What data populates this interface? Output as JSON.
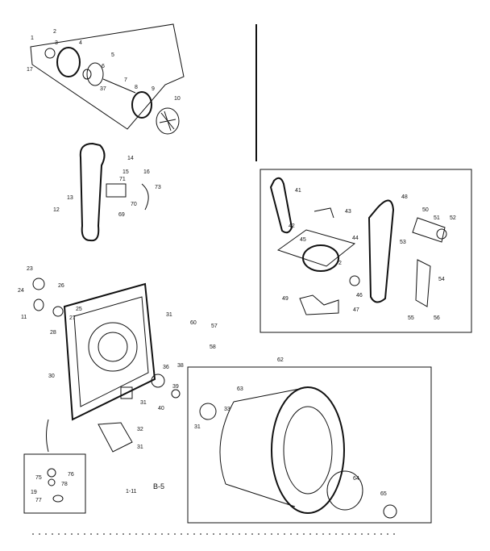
{
  "diagram": {
    "labels": {
      "l1": "1",
      "l2": "2",
      "l3": "3",
      "l4": "4",
      "l5": "5",
      "l6": "6",
      "l7": "7",
      "l8": "8",
      "l9": "9",
      "l10": "10",
      "l17": "17",
      "l37": "37",
      "l12": "12",
      "l13": "13",
      "l14": "14",
      "l15": "15",
      "l16": "16",
      "l69": "69",
      "l70": "70",
      "l71": "71",
      "l73": "73",
      "l41": "41",
      "l42": "42",
      "l43": "43",
      "l44": "44",
      "l45": "45",
      "l46": "46",
      "l47": "47",
      "l48": "48",
      "l49": "49",
      "l2b": "2",
      "l50": "50",
      "l51": "51",
      "l52": "52",
      "l53": "53",
      "l54": "54",
      "l55": "55",
      "l56": "56",
      "l23": "23",
      "l24": "24",
      "l26": "26",
      "l25": "25",
      "l27": "27",
      "l28": "28",
      "l11": "11",
      "l30": "30",
      "l31a": "31",
      "l31b": "31",
      "l31c": "31",
      "l31d": "31",
      "l32": "32",
      "l33": "33",
      "l36": "36",
      "l38": "38",
      "l39": "39",
      "l40": "40",
      "l60": "60",
      "l57": "57",
      "l58": "58",
      "l62": "62",
      "l63": "63",
      "l64": "64",
      "l65": "65",
      "l75": "75",
      "l76": "76",
      "l77": "77",
      "l78": "78",
      "l19": "19"
    },
    "caption": "B-5",
    "caption_small": "1-11"
  }
}
